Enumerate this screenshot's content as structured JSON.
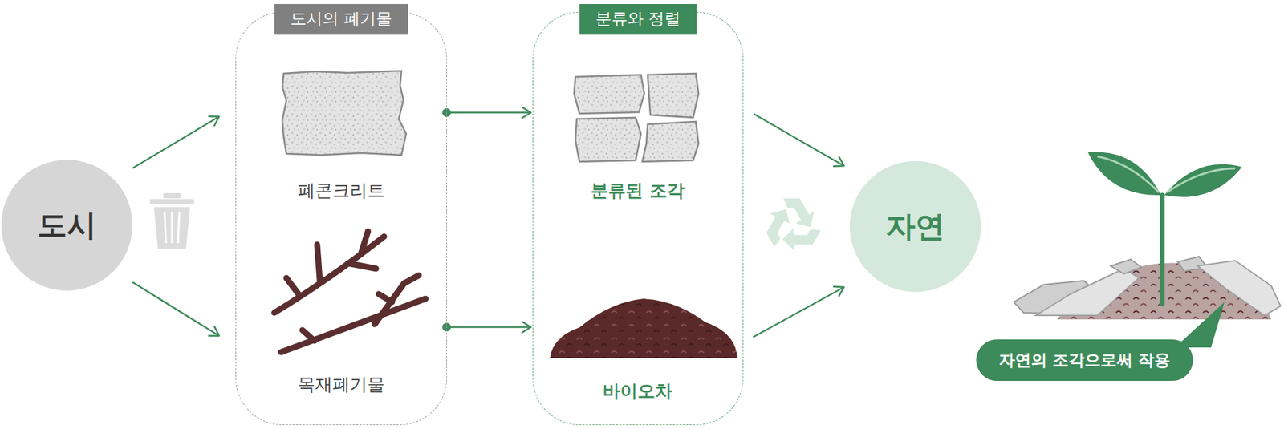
{
  "diagram": {
    "nodes": [
      {
        "text": [
          "도시"
        ]
      },
      {
        "text": [
          "도시의 폐기물"
        ]
      },
      {
        "text": [
          "폐콘크리트"
        ],
        "in": 1
      },
      {
        "text": [
          "목재폐기물"
        ],
        "in": 1
      },
      {
        "text": [
          "분류와 정렬"
        ]
      },
      {
        "text": [
          "분류된 조각"
        ],
        "in": 4
      },
      {
        "text": [
          "바이오차"
        ],
        "in": 4
      },
      {
        "text": [
          "자연"
        ]
      },
      {
        "text": [
          "자연의 조각으로써 작용"
        ]
      }
    ],
    "edges": [
      {
        "from": 0,
        "to": 2,
        "arrow": "to"
      },
      {
        "from": 0,
        "to": 3,
        "arrow": "to"
      },
      {
        "from": 2,
        "to": 5,
        "arrow": "to"
      },
      {
        "from": 3,
        "to": 6,
        "arrow": "to"
      },
      {
        "from": 5,
        "to": 7,
        "arrow": "to"
      },
      {
        "from": 6,
        "to": 7,
        "arrow": "to"
      }
    ]
  }
}
